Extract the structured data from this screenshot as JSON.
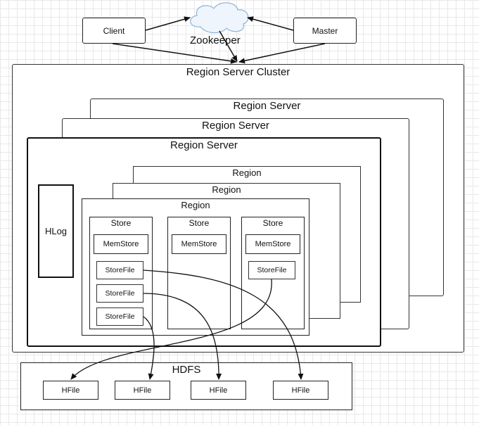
{
  "top": {
    "client_label": "Client",
    "master_label": "Master",
    "zookeeper_label": "Zookeeper"
  },
  "cluster": {
    "title": "Region Server Cluster",
    "server_back_title": "Region Server",
    "server_mid_title": "Region Server",
    "server_front_title": "Region Server",
    "hlog_label": "HLog",
    "region_back_title": "Region",
    "region_mid_title": "Region",
    "region_front_title": "Region",
    "stores": [
      {
        "title": "Store",
        "memstore": "MemStore",
        "storefiles": [
          "StoreFile",
          "StoreFile",
          "StoreFile"
        ]
      },
      {
        "title": "Store",
        "memstore": "MemStore",
        "storefiles": []
      },
      {
        "title": "Store",
        "memstore": "MemStore",
        "storefiles": [
          "StoreFile"
        ]
      }
    ]
  },
  "hdfs": {
    "title": "HDFS",
    "hfiles": [
      "HFile",
      "HFile",
      "HFile",
      "HFile"
    ]
  },
  "colors": {
    "line": "#111111",
    "grid": "#e8e8e8",
    "cloud_fill": "#eef5fc",
    "cloud_stroke": "#8fb3d6"
  }
}
